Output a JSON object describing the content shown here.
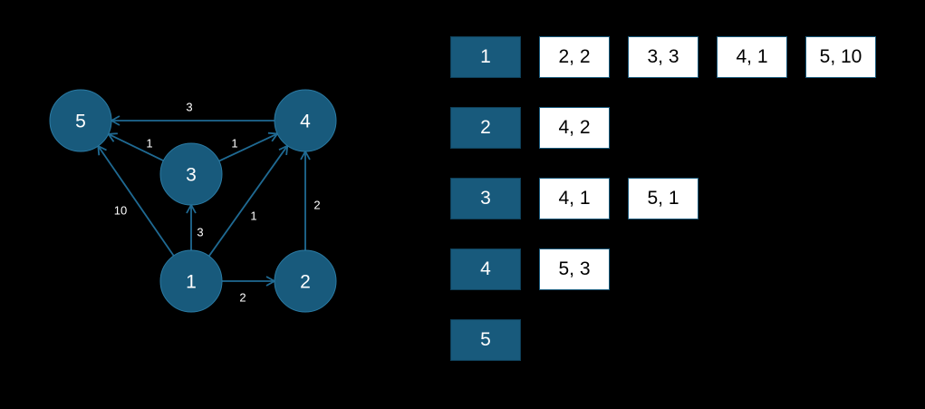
{
  "colors": {
    "background": "#000000",
    "node_fill": "#185a7c",
    "node_stroke": "#2a7aa3",
    "edge": "#1f6a93",
    "item_fill": "#ffffff",
    "item_border": "#185a7c"
  },
  "graph": {
    "nodes": [
      {
        "id": "1",
        "label": "1"
      },
      {
        "id": "2",
        "label": "2"
      },
      {
        "id": "3",
        "label": "3"
      },
      {
        "id": "4",
        "label": "4"
      },
      {
        "id": "5",
        "label": "5"
      }
    ],
    "edges": [
      {
        "from": "1",
        "to": "2",
        "weight": "2"
      },
      {
        "from": "1",
        "to": "3",
        "weight": "3"
      },
      {
        "from": "1",
        "to": "4",
        "weight": "1"
      },
      {
        "from": "1",
        "to": "5",
        "weight": "10"
      },
      {
        "from": "2",
        "to": "4",
        "weight": "2"
      },
      {
        "from": "3",
        "to": "4",
        "weight": "1"
      },
      {
        "from": "3",
        "to": "5",
        "weight": "1"
      },
      {
        "from": "4",
        "to": "5",
        "weight": "3"
      }
    ]
  },
  "adjacency_list": [
    {
      "vertex": "1",
      "entries": [
        "2, 2",
        "3, 3",
        "4, 1",
        "5, 10"
      ]
    },
    {
      "vertex": "2",
      "entries": [
        "4, 2"
      ]
    },
    {
      "vertex": "3",
      "entries": [
        "4, 1",
        "5, 1"
      ]
    },
    {
      "vertex": "4",
      "entries": [
        "5, 3"
      ]
    },
    {
      "vertex": "5",
      "entries": []
    }
  ]
}
